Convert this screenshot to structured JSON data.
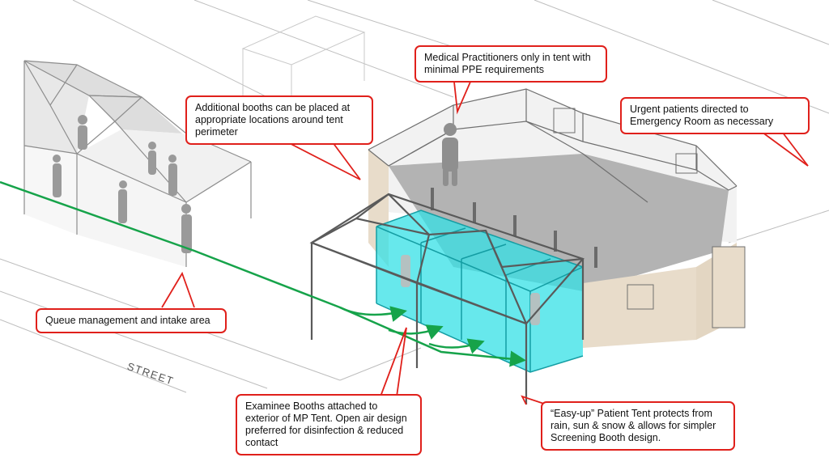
{
  "colors": {
    "callout_border": "#e0201b",
    "flow_arrow": "#16a34a",
    "booth": "#34e0e6",
    "tent_wall": "#e8dcca",
    "figure": "#9a9a9a"
  },
  "street_label": "STREET",
  "callouts": {
    "medical": "Medical Practitioners only in tent with minimal PPE requirements",
    "additional": "Additional booths can be placed at appropriate locations around tent perimeter",
    "urgent": "Urgent patients directed to Emergency Room as necessary",
    "queue": "Queue management and intake area",
    "examinee": "Examinee Booths attached to exterior of MP Tent. Open air design preferred for disinfection & reduced contact",
    "easyup": "“Easy-up” Patient Tent protects from rain, sun & snow & allows for simpler Screening Booth design."
  }
}
